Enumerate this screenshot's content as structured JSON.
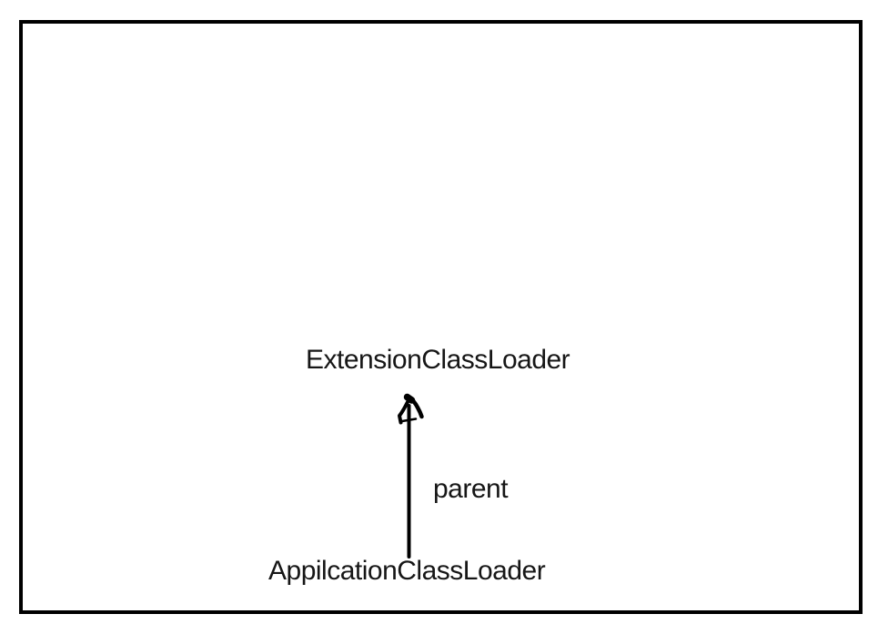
{
  "diagram": {
    "kind": "classloader-hierarchy-sketch",
    "nodes": [
      {
        "id": "extension-classloader",
        "label": "ExtensionClassLoader"
      },
      {
        "id": "application-classloader",
        "label": "AppilcationClassLoader"
      }
    ],
    "edges": [
      {
        "from": "application-classloader",
        "to": "extension-classloader",
        "label": "parent",
        "direction": "up",
        "style": "solid-hand-drawn-arrow"
      }
    ],
    "colors": {
      "ink": "#000000",
      "text": "#161616",
      "background": "#ffffff",
      "border": "#000000"
    }
  }
}
